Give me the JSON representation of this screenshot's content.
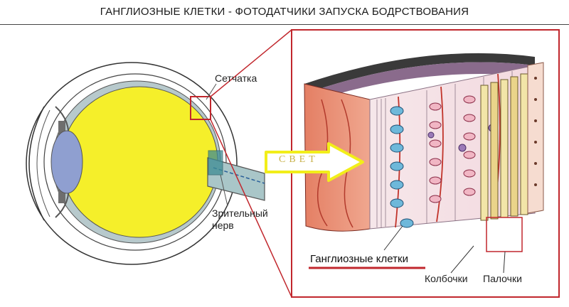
{
  "header": {
    "title": "ГАНГЛИОЗНЫЕ КЛЕТКИ - ФОТОДАТЧИКИ ЗАПУСКА БОДРСТВОВАНИЯ"
  },
  "eye": {
    "retina_label": "Сетчатка",
    "nerve_label_line1": "Зрительный",
    "nerve_label_line2": "нерв"
  },
  "detail": {
    "light_label": "СВЕТ",
    "ganglion_label": "Ганглиозные клетки",
    "cones_label": "Колбочки",
    "rods_label": "Палочки"
  },
  "colors": {
    "vitreous": "#f5ef2a",
    "lens": "#8f9fd0",
    "frame": "#c1272d",
    "arrow": "#f2ee1a",
    "tissue": "#e8846a",
    "nerve": "#a9c6c8"
  }
}
